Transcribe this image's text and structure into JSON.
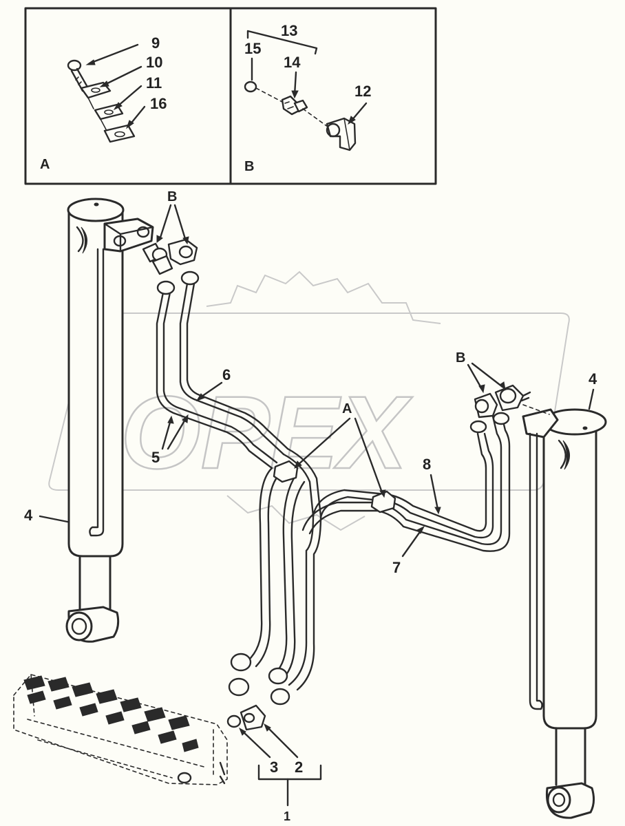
{
  "watermark": {
    "text": "OPEX"
  },
  "inset_a": {
    "letter": "A",
    "callouts": [
      "9",
      "10",
      "11",
      "16"
    ]
  },
  "inset_b": {
    "letter": "B",
    "callouts": [
      "13",
      "15",
      "14",
      "12"
    ]
  },
  "main_labels": {
    "b_left": "B",
    "b_right": "B",
    "a_center": "A",
    "cyl_left": "4",
    "cyl_right": "4",
    "pipe_6": "6",
    "pipe_5": "5",
    "pipe_8": "8",
    "pipe_7": "7",
    "fit_3": "3",
    "fit_2": "2",
    "group_1": "1"
  },
  "colors": {
    "ink": "#2a2a2a",
    "paper": "#fdfdf7",
    "watermark": "#c9c9c9"
  }
}
